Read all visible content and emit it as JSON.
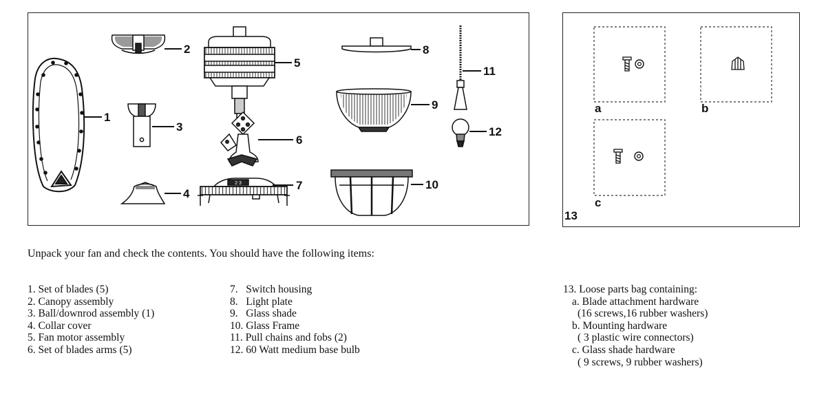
{
  "diagram": {
    "callouts": [
      "1",
      "2",
      "3",
      "4",
      "5",
      "6",
      "7",
      "8",
      "9",
      "10",
      "11",
      "12"
    ],
    "switch_housing_badge": "2 3",
    "hardware": {
      "panel_number": "13",
      "bag_labels": [
        "a",
        "b",
        "c"
      ]
    }
  },
  "intro": "Unpack your fan and check the contents.  You should have the following items:",
  "list": {
    "col1": [
      "1. Set of blades (5)",
      "2. Canopy assembly",
      "3. Ball/downrod assembly (1)",
      "4. Collar cover",
      "5. Fan motor assembly",
      "6. Set of blades arms (5)"
    ],
    "col2": [
      "7.   Switch housing",
      "8.   Light plate",
      "9.   Glass shade",
      "10. Glass Frame",
      "11. Pull chains and fobs (2)",
      "12. 60 Watt medium base bulb"
    ],
    "col3": {
      "heading": "13. Loose parts bag containing:",
      "items": [
        {
          "label": "a. Blade attachment hardware",
          "detail": "(16 screws,16 rubber washers)"
        },
        {
          "label": "b. Mounting hardware",
          "detail": "( 3 plastic wire connectors)"
        },
        {
          "label": "c. Glass shade hardware",
          "detail": "( 9 screws, 9 rubber washers)"
        }
      ]
    }
  }
}
